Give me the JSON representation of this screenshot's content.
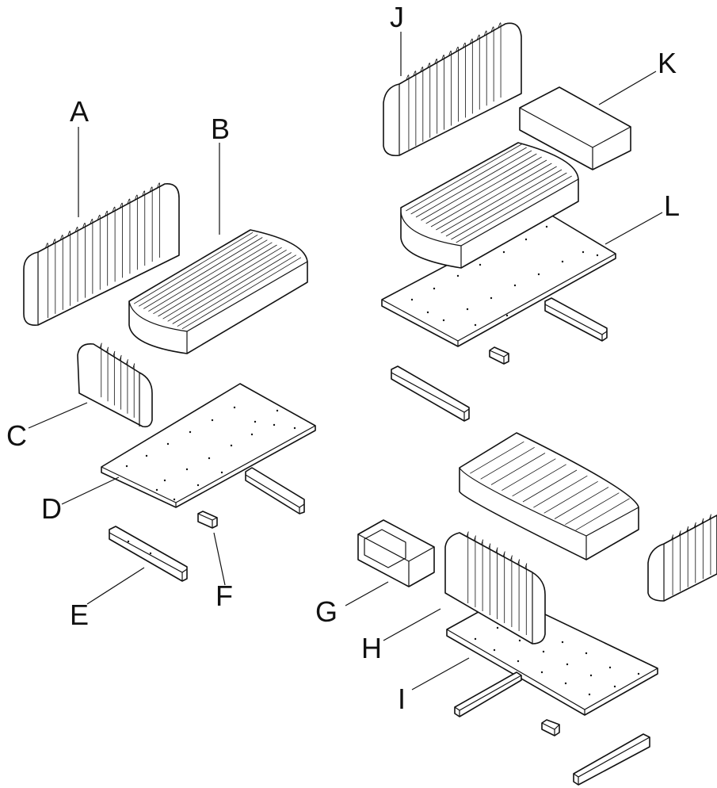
{
  "labels": {
    "A": "A",
    "B": "B",
    "C": "C",
    "D": "D",
    "E": "E",
    "F": "F",
    "G": "G",
    "H": "H",
    "I": "I",
    "J": "J",
    "K": "K",
    "L": "L"
  },
  "colors": {
    "line": "#111111",
    "background": "#ffffff"
  },
  "parts": [
    "backrest-a",
    "seat-cushion-b",
    "armrest-c",
    "base-board-d",
    "rail-e",
    "block-f",
    "box-frame-g",
    "armrest-h",
    "base-board-i",
    "backrest-j",
    "block-k",
    "base-board-l"
  ]
}
